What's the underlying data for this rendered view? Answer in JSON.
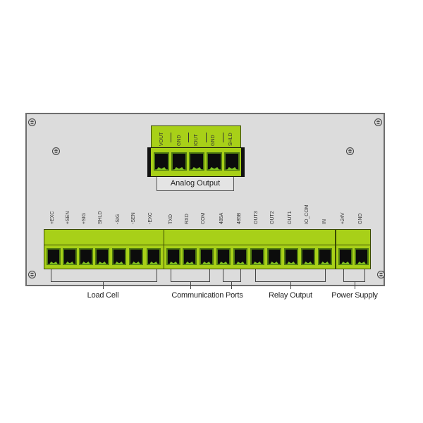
{
  "diagram": {
    "analog_output": {
      "label": "Analog Output",
      "pins": [
        "VOUT",
        "GND",
        "IOUT",
        "GND",
        "SHLD"
      ]
    },
    "load_cell": {
      "label": "Load Cell",
      "pins": [
        "+EXC",
        "+SEN",
        "+SIG",
        "SHLD",
        "-SIG",
        "-SEN",
        "-EXC"
      ]
    },
    "communication_ports": {
      "label": "Communication Ports",
      "pins": [
        "TXD",
        "RXD",
        "COM",
        "485A",
        "485B"
      ]
    },
    "relay_output": {
      "label": "Relay Output",
      "pins": [
        "OUT3",
        "OUT2",
        "OUT1",
        "IO_COM",
        "IN"
      ]
    },
    "power_supply": {
      "label": "Power Supply",
      "pins": [
        "+24V",
        "GND"
      ]
    },
    "colors": {
      "terminal_green": "#a8d018",
      "panel_gray": "#dcdcdc",
      "slot_black": "#0c0c0c"
    }
  }
}
